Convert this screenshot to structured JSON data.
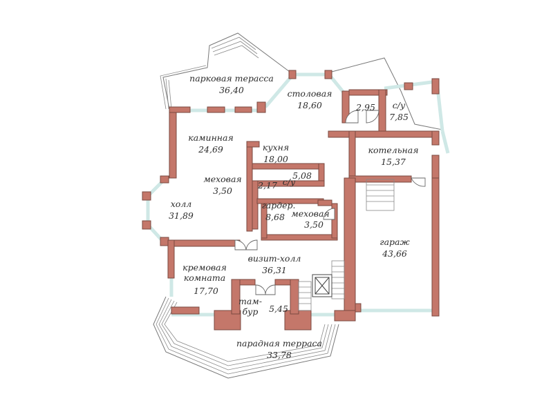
{
  "floor_plan": {
    "colors": {
      "wall": "#c4776a",
      "window_glass": "#cfe8e6",
      "outline": "#777777",
      "text": "#2c2c2c"
    },
    "rooms": [
      {
        "id": "park-terrace",
        "name": "парковая терасса",
        "area": "36,40"
      },
      {
        "id": "dining",
        "name": "столовая",
        "area": "18,60"
      },
      {
        "id": "small-room",
        "name": "",
        "area": "2,95"
      },
      {
        "id": "wc-1",
        "name": "с/у",
        "area": "7,85"
      },
      {
        "id": "fireplace",
        "name": "каминная",
        "area": "24,69"
      },
      {
        "id": "kitchen",
        "name": "кухня",
        "area": "18,00"
      },
      {
        "id": "boiler",
        "name": "котельная",
        "area": "15,37"
      },
      {
        "id": "fur-1",
        "name": "меховая",
        "area": "3,50"
      },
      {
        "id": "wc-2",
        "name": "с/у",
        "area": "5,08"
      },
      {
        "id": "storage",
        "name": "",
        "area": "2,17"
      },
      {
        "id": "hall",
        "name": "холл",
        "area": "31,89"
      },
      {
        "id": "wardrobe",
        "name": "гардер.",
        "area": "8,68"
      },
      {
        "id": "fur-2",
        "name": "меховая",
        "area": "3,50"
      },
      {
        "id": "garage",
        "name": "гараж",
        "area": "43,66"
      },
      {
        "id": "visit-hall",
        "name": "визит-холл",
        "area": "36,31"
      },
      {
        "id": "cream-room",
        "name": "кремовая комната",
        "area": "17,70"
      },
      {
        "id": "vestibule",
        "name": "там-бур",
        "area": "5,45"
      },
      {
        "id": "front-terrace",
        "name": "парадная терраса",
        "area": "33,78"
      }
    ]
  }
}
